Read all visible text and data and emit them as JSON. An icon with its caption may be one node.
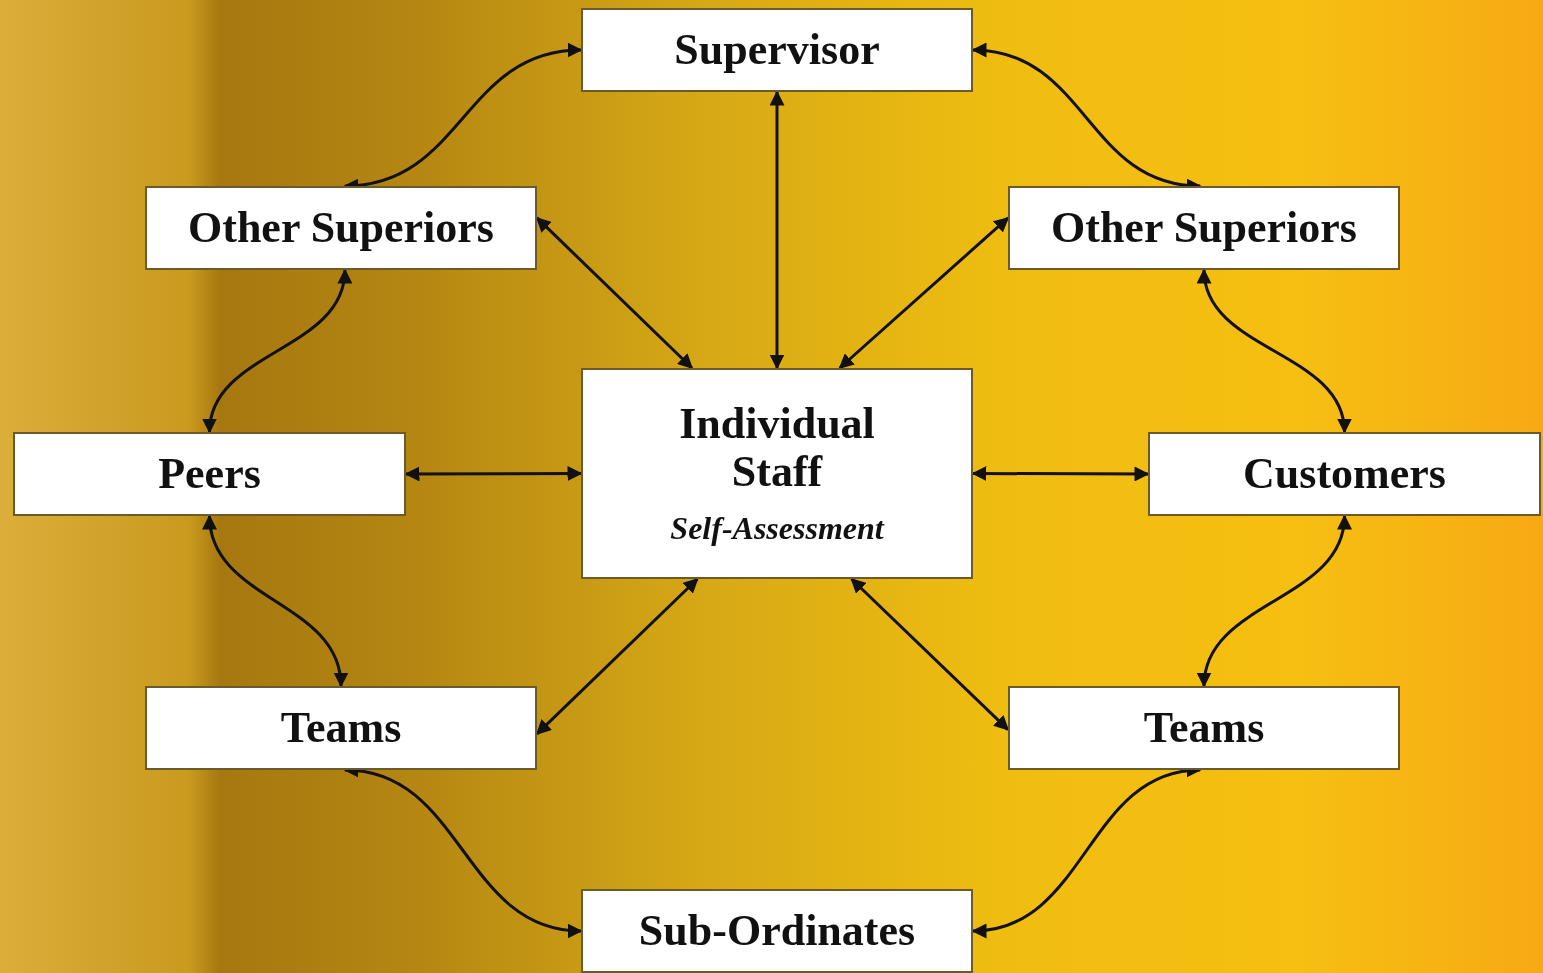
{
  "diagram": {
    "nodes": [
      {
        "text": [
          "Supervisor"
        ]
      },
      {
        "text": [
          "Other Superiors"
        ]
      },
      {
        "text": [
          "Other Superiors"
        ]
      },
      {
        "text": [
          "Peers"
        ]
      },
      {
        "text": [
          "Individual Staff",
          "Self-Assessment"
        ]
      },
      {
        "text": [
          "Customers"
        ]
      },
      {
        "text": [
          "Teams"
        ]
      },
      {
        "text": [
          "Teams"
        ]
      },
      {
        "text": [
          "Sub-Ordinates"
        ]
      }
    ],
    "edges": [
      {
        "from": 0,
        "to": 1,
        "arrow": "both"
      },
      {
        "from": 0,
        "to": 2,
        "arrow": "both"
      },
      {
        "from": 0,
        "to": 4,
        "arrow": "both"
      },
      {
        "from": 1,
        "to": 4,
        "arrow": "both"
      },
      {
        "from": 2,
        "to": 4,
        "arrow": "both"
      },
      {
        "from": 1,
        "to": 3,
        "arrow": "both"
      },
      {
        "from": 2,
        "to": 5,
        "arrow": "both"
      },
      {
        "from": 3,
        "to": 4,
        "arrow": "both"
      },
      {
        "from": 4,
        "to": 5,
        "arrow": "both"
      },
      {
        "from": 3,
        "to": 6,
        "arrow": "both"
      },
      {
        "from": 5,
        "to": 7,
        "arrow": "both"
      },
      {
        "from": 4,
        "to": 6,
        "arrow": "both"
      },
      {
        "from": 4,
        "to": 7,
        "arrow": "both"
      },
      {
        "from": 6,
        "to": 8,
        "arrow": "both"
      },
      {
        "from": 7,
        "to": 8,
        "arrow": "both"
      }
    ]
  }
}
